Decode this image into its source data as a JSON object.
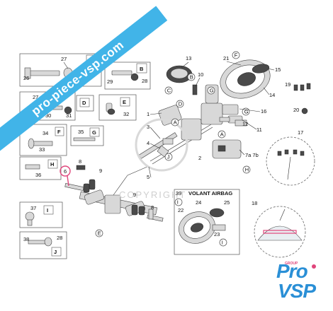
{
  "watermark_text": "pro-piece-vsp.com",
  "copyright_text": "COPYRIGHT",
  "airbag_box_title": "VOLANT AIRBAG",
  "brand": {
    "top": "GROUP",
    "line1": "Pro",
    "line2": "VSP"
  },
  "colors": {
    "banner": "#41b4e8",
    "callout": "#e0457b",
    "brand_blue": "#2a8fd6"
  },
  "left_panel": [
    {
      "box": "A",
      "parts": [
        "27",
        "26"
      ]
    },
    {
      "box": "B",
      "parts": [
        "29",
        "28"
      ]
    },
    {
      "box": "C",
      "parts": [
        "27",
        "30",
        "31"
      ]
    },
    {
      "box": "D",
      "parts": []
    },
    {
      "box": "E",
      "parts": [
        "32"
      ]
    },
    {
      "box": "F",
      "parts": [
        "34",
        "33"
      ]
    },
    {
      "box": "G",
      "parts": [
        "35"
      ]
    },
    {
      "box": "H",
      "parts": [
        "36"
      ]
    },
    {
      "box": "I",
      "parts": [
        "37"
      ]
    },
    {
      "box": "J",
      "parts": [
        "38",
        "28"
      ]
    }
  ],
  "highlighted_part": "6",
  "callouts": [
    "1",
    "2",
    "3",
    "4",
    "5",
    "6",
    "7a 7b",
    "8",
    "9",
    "10",
    "11",
    "12",
    "13",
    "14",
    "15",
    "16",
    "17",
    "18",
    "19",
    "20",
    "21",
    "22",
    "23",
    "24",
    "25",
    "39"
  ],
  "circle_refs": [
    "A",
    "B",
    "C",
    "D",
    "E",
    "F",
    "G",
    "H",
    "I",
    "J"
  ]
}
